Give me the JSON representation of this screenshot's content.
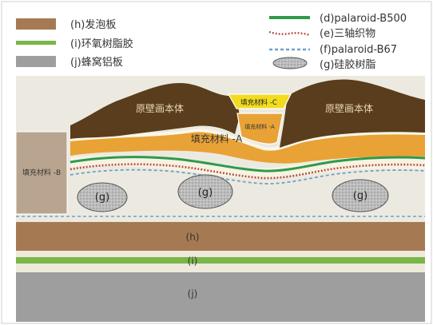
{
  "legend": {
    "left": [
      {
        "key": "h",
        "label": "(h)发泡板",
        "color": "#a57a53",
        "kind": "block"
      },
      {
        "key": "i",
        "label": "(i)环氧树脂胶",
        "color": "#7ab648",
        "kind": "line"
      },
      {
        "key": "j",
        "label": "(j)蜂窝铝板",
        "color": "#9e9e9e",
        "kind": "block"
      }
    ],
    "right": [
      {
        "key": "d",
        "label": "(d)palaroid-B500",
        "color": "#2e9a4c",
        "kind": "line"
      },
      {
        "key": "e",
        "label": "(e)三轴织物",
        "color": "#b3463d",
        "kind": "dotted"
      },
      {
        "key": "f",
        "label": "(f)palaroid-B67",
        "color": "#6fa0c8",
        "kind": "dashed"
      },
      {
        "key": "g",
        "label": "(g)硅胶树脂",
        "color": "#9a9a9a",
        "kind": "ellipse"
      }
    ]
  },
  "labels": {
    "mural_left": "原壁画本体",
    "mural_right": "原壁画本体",
    "filler_a": "填充材料 -A",
    "filler_a_small": "填充材料 -A",
    "filler_b": "填充材料 -B",
    "filler_c": "填充材料 -C",
    "g_tag": "(g)",
    "h_tag": "(h)",
    "i_tag": "(i)",
    "j_tag": "(j)"
  },
  "colors": {
    "mural": "#5a3d1c",
    "filler_a": "#e8a235",
    "filler_b": "#b9a58f",
    "filler_c": "#f2dc1e",
    "foam": "#a57a53",
    "epoxy": "#7ab648",
    "honeycomb": "#9e9e9e",
    "light_layer": "#f4f1e3",
    "background": "#eceae0"
  }
}
